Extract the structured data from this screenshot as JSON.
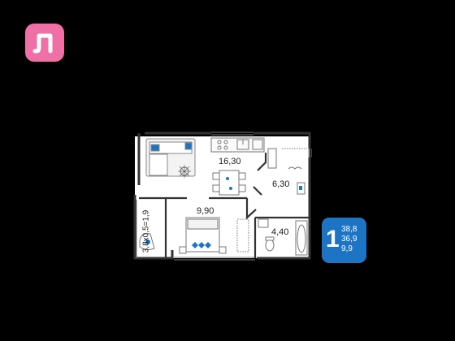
{
  "logo": {
    "letter": "Л",
    "color": "#ef6fa6"
  },
  "rooms": {
    "living": "16,30",
    "hall": "6,30",
    "bedroom": "9,90",
    "bathroom": "4,40",
    "balcony": "3,8x0,5=1,9"
  },
  "badge": {
    "room_count": "1",
    "total_area": "38,8",
    "living_area": "36,9",
    "kitchen_area": "9,9",
    "color": "#1e74c4"
  }
}
